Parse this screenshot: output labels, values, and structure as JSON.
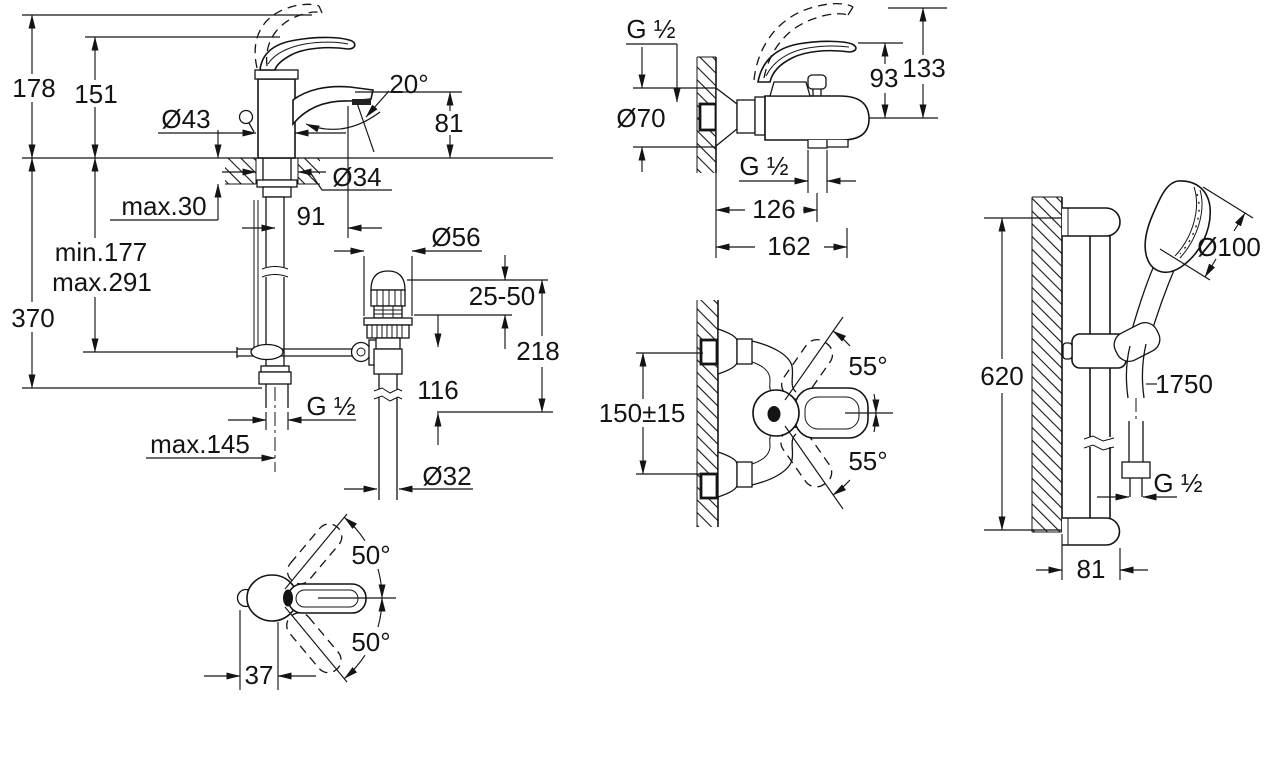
{
  "title": "sanitary-fittings-technical-drawing",
  "colors": {
    "background": "#ffffff",
    "line": "#141414"
  },
  "drawings": {
    "basin_mixer": {
      "id": "basin-mixer-with-pop-up-waste",
      "dims": {
        "total_height": "178",
        "spout_height": "151",
        "body_diameter": "Ø43",
        "spray_angle": "20°",
        "outlet_height": "81",
        "deck_thickness": "max.30",
        "shank_diameter": "Ø34",
        "spout_projection": "91",
        "waste_flange_diameter": "Ø56",
        "hose_min": "min.177",
        "hose_max": "max.291",
        "supply_length": "370",
        "flange_adjust": "25-50",
        "waste_height": "218",
        "tailpipe_length": "116",
        "supply_thread": "G ½",
        "rod_reach": "max.145",
        "tailpipe_diameter": "Ø32",
        "lever_swing_up": "50°",
        "lever_swing_down": "50°",
        "lever_offset": "37"
      }
    },
    "bath_mixer": {
      "id": "bath-shower-mixer",
      "dims": {
        "wall_thread": "G ½",
        "escutcheon_diameter": "Ø70",
        "lever_height": "93",
        "total_height": "133",
        "outlet_thread": "G ½",
        "outlet_distance": "126",
        "spout_reach": "162",
        "supply_centers": "150±15",
        "lever_swing_up": "55°",
        "lever_swing_down": "55°"
      }
    },
    "shower_set": {
      "id": "shower-rail-set",
      "dims": {
        "head_diameter": "Ø100",
        "rail_length": "620",
        "hose_length": "1750",
        "hose_thread": "G ½",
        "bracket_depth": "81"
      }
    }
  }
}
